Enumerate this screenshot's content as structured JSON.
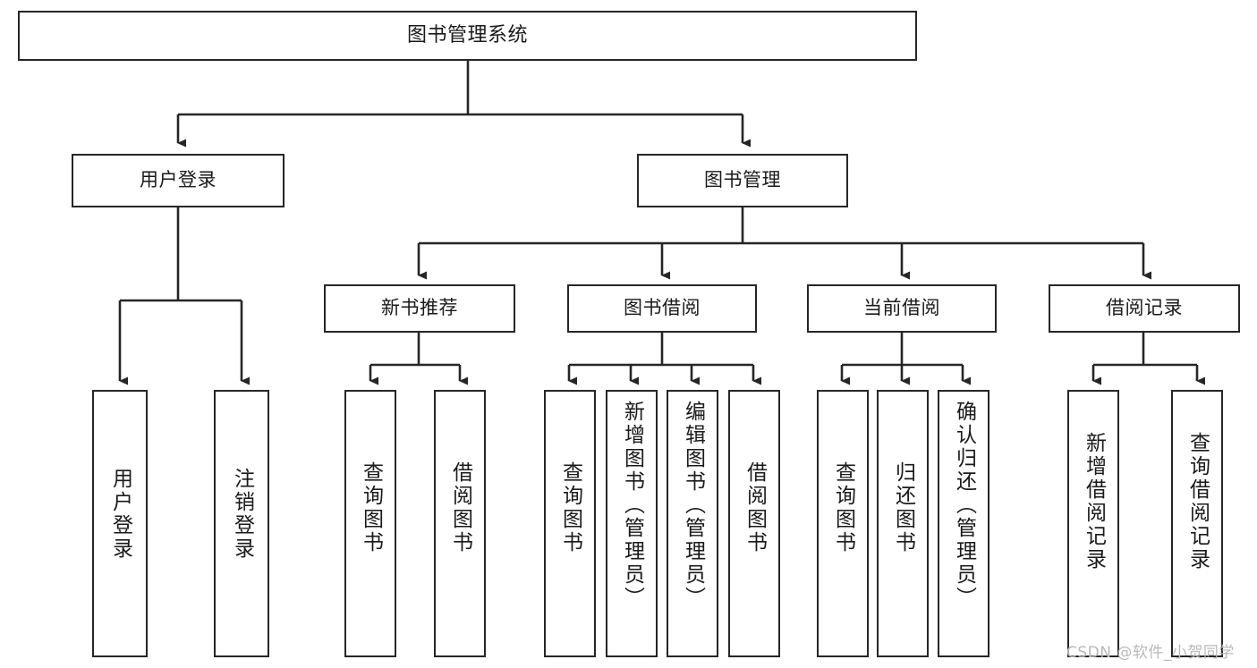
{
  "diagram": {
    "title": "图书管理系统",
    "type": "tree-hierarchy",
    "orientation": "top-down",
    "style": {
      "box_fill": "#ffffff",
      "box_border": "#262626",
      "edge_color": "#262626",
      "text_color": "#1a1a1a",
      "background": "#ffffff"
    }
  },
  "nodes": {
    "root": {
      "label": "图书管理系统",
      "level": 1
    },
    "login": {
      "label": "用户登录",
      "level": 2
    },
    "book_manage": {
      "label": "图书管理",
      "level": 2
    },
    "new_book_rec": {
      "label": "新书推荐",
      "level": 3
    },
    "book_borrow": {
      "label": "图书借阅",
      "level": 3
    },
    "current_borrow": {
      "label": "当前借阅",
      "level": 3
    },
    "borrow_record": {
      "label": "借阅记录",
      "level": 3
    },
    "leaf_user_login": {
      "label": "用户登录",
      "level": 3
    },
    "leaf_user_logout": {
      "label": "注销登录",
      "level": 3
    },
    "leaf_query_book_1": {
      "label": "查询图书",
      "level": 4
    },
    "leaf_borrow_book_1": {
      "label": "借阅图书",
      "level": 4
    },
    "leaf_query_book_2": {
      "label": "查询图书",
      "level": 4
    },
    "leaf_add_book": {
      "label": "新增图书（管理员）",
      "level": 4
    },
    "leaf_edit_book": {
      "label": "编辑图书（管理员）",
      "level": 4
    },
    "leaf_borrow_book_2": {
      "label": "借阅图书",
      "level": 4
    },
    "leaf_query_book_3": {
      "label": "查询图书",
      "level": 4
    },
    "leaf_return_book": {
      "label": "归还图书",
      "level": 4
    },
    "leaf_confirm_return": {
      "label": "确认归还（管理员）",
      "level": 4
    },
    "leaf_add_record": {
      "label": "新增借阅记录",
      "level": 4
    },
    "leaf_query_record": {
      "label": "查询借阅记录",
      "level": 4
    }
  },
  "edges": [
    {
      "from": "root",
      "to": "login"
    },
    {
      "from": "root",
      "to": "book_manage"
    },
    {
      "from": "login",
      "to": "leaf_user_login"
    },
    {
      "from": "login",
      "to": "leaf_user_logout"
    },
    {
      "from": "book_manage",
      "to": "new_book_rec"
    },
    {
      "from": "book_manage",
      "to": "book_borrow"
    },
    {
      "from": "book_manage",
      "to": "current_borrow"
    },
    {
      "from": "book_manage",
      "to": "borrow_record"
    },
    {
      "from": "new_book_rec",
      "to": "leaf_query_book_1"
    },
    {
      "from": "new_book_rec",
      "to": "leaf_borrow_book_1"
    },
    {
      "from": "book_borrow",
      "to": "leaf_query_book_2"
    },
    {
      "from": "book_borrow",
      "to": "leaf_add_book"
    },
    {
      "from": "book_borrow",
      "to": "leaf_edit_book"
    },
    {
      "from": "book_borrow",
      "to": "leaf_borrow_book_2"
    },
    {
      "from": "current_borrow",
      "to": "leaf_query_book_3"
    },
    {
      "from": "current_borrow",
      "to": "leaf_return_book"
    },
    {
      "from": "current_borrow",
      "to": "leaf_confirm_return"
    },
    {
      "from": "borrow_record",
      "to": "leaf_add_record"
    },
    {
      "from": "borrow_record",
      "to": "leaf_query_record"
    }
  ],
  "watermark": {
    "text": "CSDN @软件_小贺同学"
  }
}
